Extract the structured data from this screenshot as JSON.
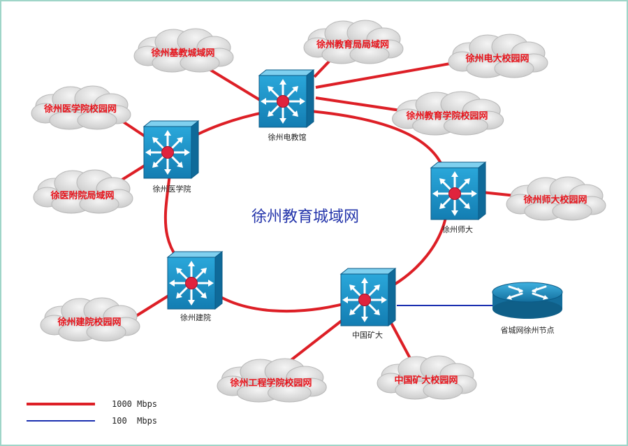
{
  "title": "徐州教育城域网",
  "colors": {
    "link_1000": "#dd1f26",
    "link_100": "#1a2fb0",
    "switch_face": "#1d8fc4",
    "cloud_text": "#e8141c"
  },
  "switches": {
    "dianjiaoguan": {
      "label": "徐州电教馆",
      "icon": "switch-icon"
    },
    "yixueyuan": {
      "label": "徐州医学院",
      "icon": "switch-icon"
    },
    "shida": {
      "label": "徐州师大",
      "icon": "switch-icon"
    },
    "jianyuan": {
      "label": "徐州建院",
      "icon": "switch-icon"
    },
    "kuangda": {
      "label": "中国矿大",
      "icon": "switch-icon"
    }
  },
  "router": {
    "label": "省城网徐州节点",
    "icon": "router-icon"
  },
  "clouds": {
    "jijiao": "徐州基教城域网",
    "jiaoyuju": "徐州教育局局域网",
    "dianda": "徐州电大校园网",
    "jiaoyuxueyuan": "徐州教育学院校园网",
    "yixueyuan": "徐州医学院校园网",
    "yifuyuan": "徐医附院局域网",
    "shida": "徐州师大校园网",
    "jianyuan": "徐州建院校园网",
    "gongcheng": "徐州工程学院校园网",
    "kuangda": "中国矿大校园网"
  },
  "legend": [
    {
      "label": "1000 Mbps"
    },
    {
      "label": "100  Mbps"
    }
  ]
}
